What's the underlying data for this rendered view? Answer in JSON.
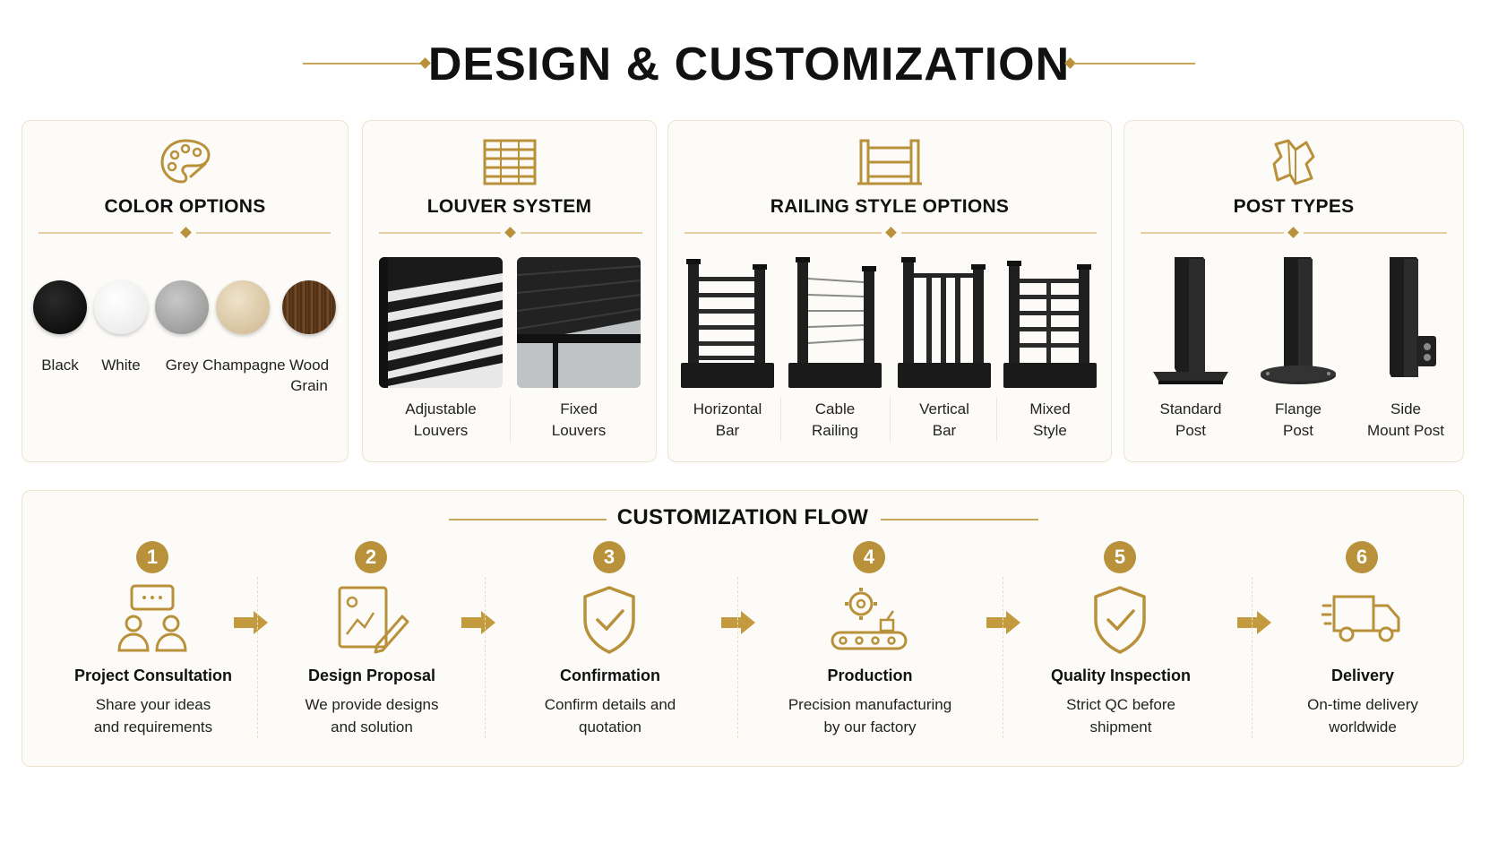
{
  "page_title": "DESIGN & CUSTOMIZATION",
  "accent_color": "#b8913a",
  "cards": {
    "color": {
      "title": "COLOR OPTIONS",
      "icon": "palette-icon",
      "swatches": [
        {
          "label": "Black",
          "color": "#0a0a0a"
        },
        {
          "label": "White",
          "color": "#f7f7f7"
        },
        {
          "label": "Grey",
          "color": "#a4a4a4"
        },
        {
          "label": "Champagne",
          "color": "#dcc9a6"
        },
        {
          "label": "Wood Grain",
          "label_line1": "Wood",
          "label_line2": "Grain",
          "color": "#5a3a1c"
        }
      ]
    },
    "louver": {
      "title": "LOUVER SYSTEM",
      "icon": "louver-icon",
      "items": [
        {
          "line1": "Adjustable",
          "line2": "Louvers"
        },
        {
          "line1": "Fixed",
          "line2": "Louvers"
        }
      ]
    },
    "railing": {
      "title": "RAILING STYLE OPTIONS",
      "icon": "railing-icon",
      "items": [
        {
          "line1": "Horizontal",
          "line2": "Bar"
        },
        {
          "line1": "Cable",
          "line2": "Railing"
        },
        {
          "line1": "Vertical",
          "line2": "Bar"
        },
        {
          "line1": "Mixed",
          "line2": "Style"
        }
      ]
    },
    "post": {
      "title": "POST TYPES",
      "icon": "post-icon",
      "items": [
        {
          "line1": "Standard",
          "line2": "Post"
        },
        {
          "line1": "Flange",
          "line2": "Post"
        },
        {
          "line1": "Side",
          "line2": "Mount Post"
        }
      ]
    }
  },
  "flow": {
    "title": "CUSTOMIZATION FLOW",
    "steps": [
      {
        "num": "1",
        "name": "Project Consultation",
        "desc1": "Share your ideas",
        "desc2": "and requirements",
        "icon": "consultation-icon"
      },
      {
        "num": "2",
        "name": "Design Proposal",
        "desc1": "We provide designs",
        "desc2": "and solution",
        "icon": "design-proposal-icon"
      },
      {
        "num": "3",
        "name": "Confirmation",
        "desc1": "Confirm details and",
        "desc2": "quotation",
        "icon": "shield-check-icon"
      },
      {
        "num": "4",
        "name": "Production",
        "desc1": "Precision manufacturing",
        "desc2": "by our factory",
        "icon": "factory-conveyor-icon"
      },
      {
        "num": "5",
        "name": "Quality Inspection",
        "desc1": "Strict QC before",
        "desc2": "shipment",
        "icon": "quality-shield-icon"
      },
      {
        "num": "6",
        "name": "Delivery",
        "desc1": "On-time delivery",
        "desc2": "worldwide",
        "icon": "truck-icon"
      }
    ]
  }
}
